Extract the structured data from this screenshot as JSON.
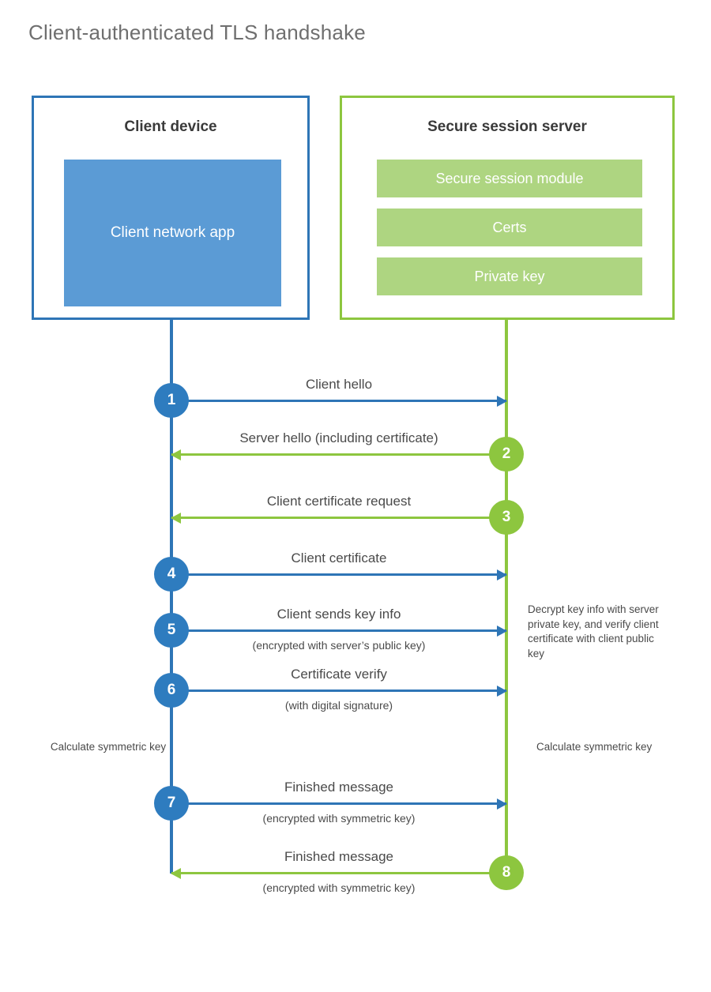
{
  "title": "Client-authenticated TLS handshake",
  "colors": {
    "client_accent": "#2e75b6",
    "client_fill": "#5b9bd5",
    "client_circle": "#2e7cbf",
    "server_accent": "#8dc63f",
    "server_fill": "#aed581",
    "title_text": "#6f6f6f",
    "body_text": "#4a4a4a"
  },
  "client": {
    "title": "Client device",
    "app_label": "Client network app"
  },
  "server": {
    "title": "Secure session server",
    "components": [
      "Secure session module",
      "Certs",
      "Private key"
    ]
  },
  "steps": [
    {
      "number": "1",
      "direction": "to-server",
      "label": "Client hello",
      "sublabel": ""
    },
    {
      "number": "2",
      "direction": "to-client",
      "label": "Server hello (including certificate)",
      "sublabel": ""
    },
    {
      "number": "3",
      "direction": "to-client",
      "label": "Client certificate request",
      "sublabel": ""
    },
    {
      "number": "4",
      "direction": "to-server",
      "label": "Client certificate",
      "sublabel": ""
    },
    {
      "number": "5",
      "direction": "to-server",
      "label": "Client sends key info",
      "sublabel": "(encrypted with server’s public key)"
    },
    {
      "number": "6",
      "direction": "to-server",
      "label": "Certificate verify",
      "sublabel": "(with digital signature)"
    },
    {
      "number": "7",
      "direction": "to-server",
      "label": "Finished message",
      "sublabel": "(encrypted with symmetric key)"
    },
    {
      "number": "8",
      "direction": "to-client",
      "label": "Finished message",
      "sublabel": "(encrypted with symmetric key)"
    }
  ],
  "notes": {
    "server_decrypt": "Decrypt key info with server private key, and verify client certificate with client public key",
    "client_symmetric_key": "Calculate symmetric key",
    "server_symmetric_key": "Calculate symmetric key"
  }
}
